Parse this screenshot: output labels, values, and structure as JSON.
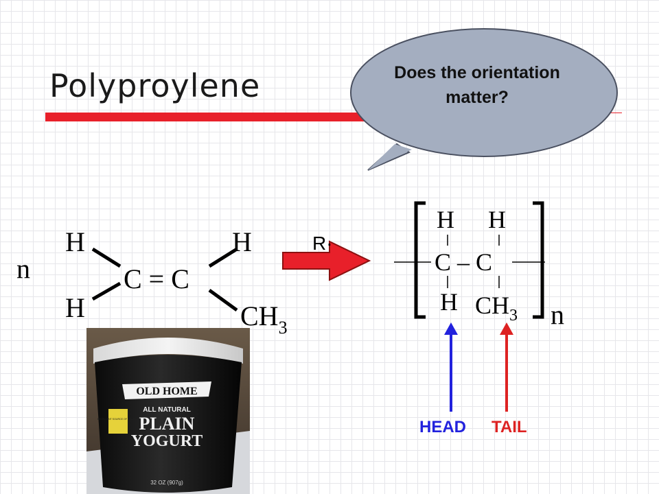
{
  "slide": {
    "title": "Polyproylene",
    "callout": "Does the orientation matter?",
    "monomer": {
      "coefficient": "n",
      "top_left": "H",
      "top_right": "H",
      "bottom_left": "H",
      "bottom_right": "CH",
      "bottom_right_sub": "3",
      "backbone": "C = C"
    },
    "reaction_arrow": {
      "label": "R·"
    },
    "polymer": {
      "subscript_n": "n",
      "top_left": "H",
      "top_right": "H",
      "backbone": "C – C",
      "bottom_left": "H",
      "bottom_right": "CH",
      "bottom_right_sub": "3"
    },
    "labels": {
      "head": "HEAD",
      "tail": "TAIL"
    },
    "photo": {
      "brand": "OLD HOME",
      "line1": "ALL NATURAL",
      "line2": "PLAIN",
      "line3": "YOGURT",
      "size": "32 OZ (907g)",
      "side_badge": "EXCELLENT SOURCE OF CALCIUM"
    }
  },
  "colors": {
    "accent_red": "#e8202a",
    "head_blue": "#2222dd",
    "tail_red": "#dd2222",
    "callout_fill": "#a4aec0"
  }
}
